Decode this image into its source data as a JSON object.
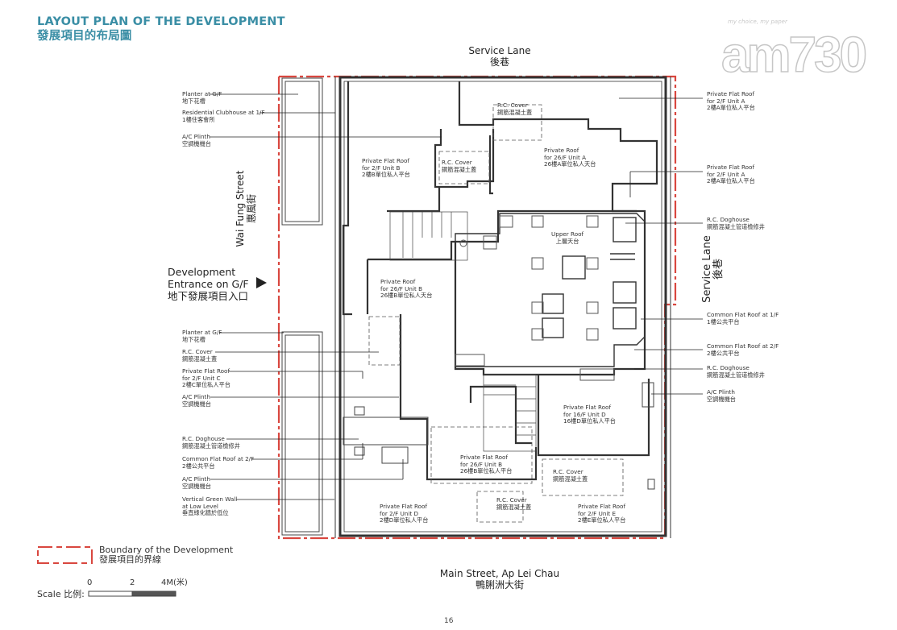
{
  "header": {
    "title_en": "LAYOUT PLAN OF THE DEVELOPMENT",
    "title_zh": "發展項目的布局圖"
  },
  "logo": {
    "text": "am730",
    "tagline": "my choice, my paper"
  },
  "streets": {
    "top": {
      "en": "Service Lane",
      "zh": "後巷"
    },
    "left": {
      "en": "Wai Fung Street",
      "zh": "惠風街"
    },
    "right": {
      "en": "Service Lane",
      "zh": "後巷"
    },
    "bottom": {
      "en": "Main Street, Ap Lei Chau",
      "zh": "鴨脷洲大街"
    }
  },
  "entrance": {
    "line1": "Development",
    "line2": "Entrance on G/F",
    "zh": "地下發展項目入口"
  },
  "left_labels": [
    {
      "en": "Planter at G/F",
      "zh": "地下花槽"
    },
    {
      "en": "Residential Clubhouse at 1/F",
      "zh": "1樓住客會所"
    },
    {
      "en": "A/C Plinth",
      "zh": "空調機機台"
    },
    {
      "en": "Planter at G/F",
      "zh": "地下花槽"
    },
    {
      "en": "R.C. Cover",
      "zh": "鋼筋混凝土蓋"
    },
    {
      "en": "Private Flat Roof",
      "en2": "for 2/F Unit C",
      "zh": "2樓C單位私人平台"
    },
    {
      "en": "A/C Plinth",
      "zh": "空調機機台"
    },
    {
      "en": "R.C. Doghouse",
      "zh": "鋼筋混凝土管道檢修井"
    },
    {
      "en": "Common Flat Roof at 2/F",
      "zh": "2樓公共平台"
    },
    {
      "en": "A/C Plinth",
      "zh": "空調機機台"
    },
    {
      "en": "Vertical Green Wall",
      "en2": "at Low Level",
      "zh": "垂直綠化牆於低位"
    }
  ],
  "right_labels": [
    {
      "en": "Private Flat Roof",
      "en2": "for 2/F Unit A",
      "zh": "2樓A單位私人平台"
    },
    {
      "en": "Private Flat Roof",
      "en2": "for 2/F Unit A",
      "zh": "2樓A單位私人平台"
    },
    {
      "en": "R.C. Doghouse",
      "zh": "鋼筋混凝土管道檢修井"
    },
    {
      "en": "Common Flat Roof at 1/F",
      "zh": "1樓公共平台"
    },
    {
      "en": "Common Flat Roof at 2/F",
      "zh": "2樓公共平台"
    },
    {
      "en": "R.C. Doghouse",
      "zh": "鋼筋混凝土管道檢修井"
    },
    {
      "en": "A/C Plinth",
      "zh": "空調機機台"
    }
  ],
  "interior_labels": [
    {
      "en": "R.C. Cover",
      "zh": "鋼筋混凝土蓋"
    },
    {
      "en": "Private Roof",
      "en2": "for 26/F Unit A",
      "zh": "26樓A單位私人天台"
    },
    {
      "en": "R.C. Cover",
      "zh": "鋼筋混凝土蓋"
    },
    {
      "en": "Private Flat Roof",
      "en2": "for 2/F Unit B",
      "zh": "2樓B單位私人平台"
    },
    {
      "en": "Upper Roof",
      "zh": "上層天台"
    },
    {
      "en": "Private Roof",
      "en2": "for 26/F Unit B",
      "zh": "26樓B單位私人天台"
    },
    {
      "en": "Private Flat Roof",
      "en2": "for 16/F Unit D",
      "zh": "16樓D單位私人平台"
    },
    {
      "en": "Private Flat Roof",
      "en2": "for 26/F Unit B",
      "zh": "26樓B單位私人平台"
    },
    {
      "en": "R.C. Cover",
      "zh": "鋼筋混凝土蓋"
    },
    {
      "en": "R.C. Cover",
      "zh": "鋼筋混凝土蓋"
    },
    {
      "en": "Private Flat Roof",
      "en2": "for 2/F Unit D",
      "zh": "2樓D單位私人平台"
    },
    {
      "en": "Private Flat Roof",
      "en2": "for 2/F Unit E",
      "zh": "2樓E單位私人平台"
    }
  ],
  "legend": {
    "en": "Boundary of the Development",
    "zh": "發展項目的界線",
    "color": "#d9473f"
  },
  "scale": {
    "label": "Scale 比例:",
    "ticks": [
      "0",
      "2",
      "4M(米)"
    ]
  },
  "page_number": "16"
}
